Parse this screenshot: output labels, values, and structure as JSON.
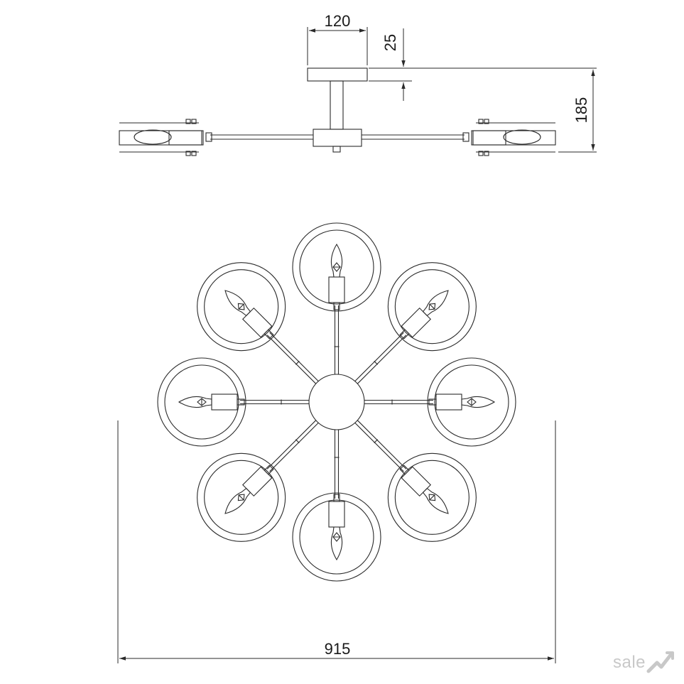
{
  "dimensions": {
    "top_width": "120",
    "canopy_height": "25",
    "total_height": "185",
    "total_width": "915"
  },
  "lamp_count": 8,
  "colors": {
    "line": "#2a2a2a",
    "watermark": "#c8c8c8"
  },
  "watermark": {
    "text": "sale",
    "icon": "check-arrow-icon"
  }
}
